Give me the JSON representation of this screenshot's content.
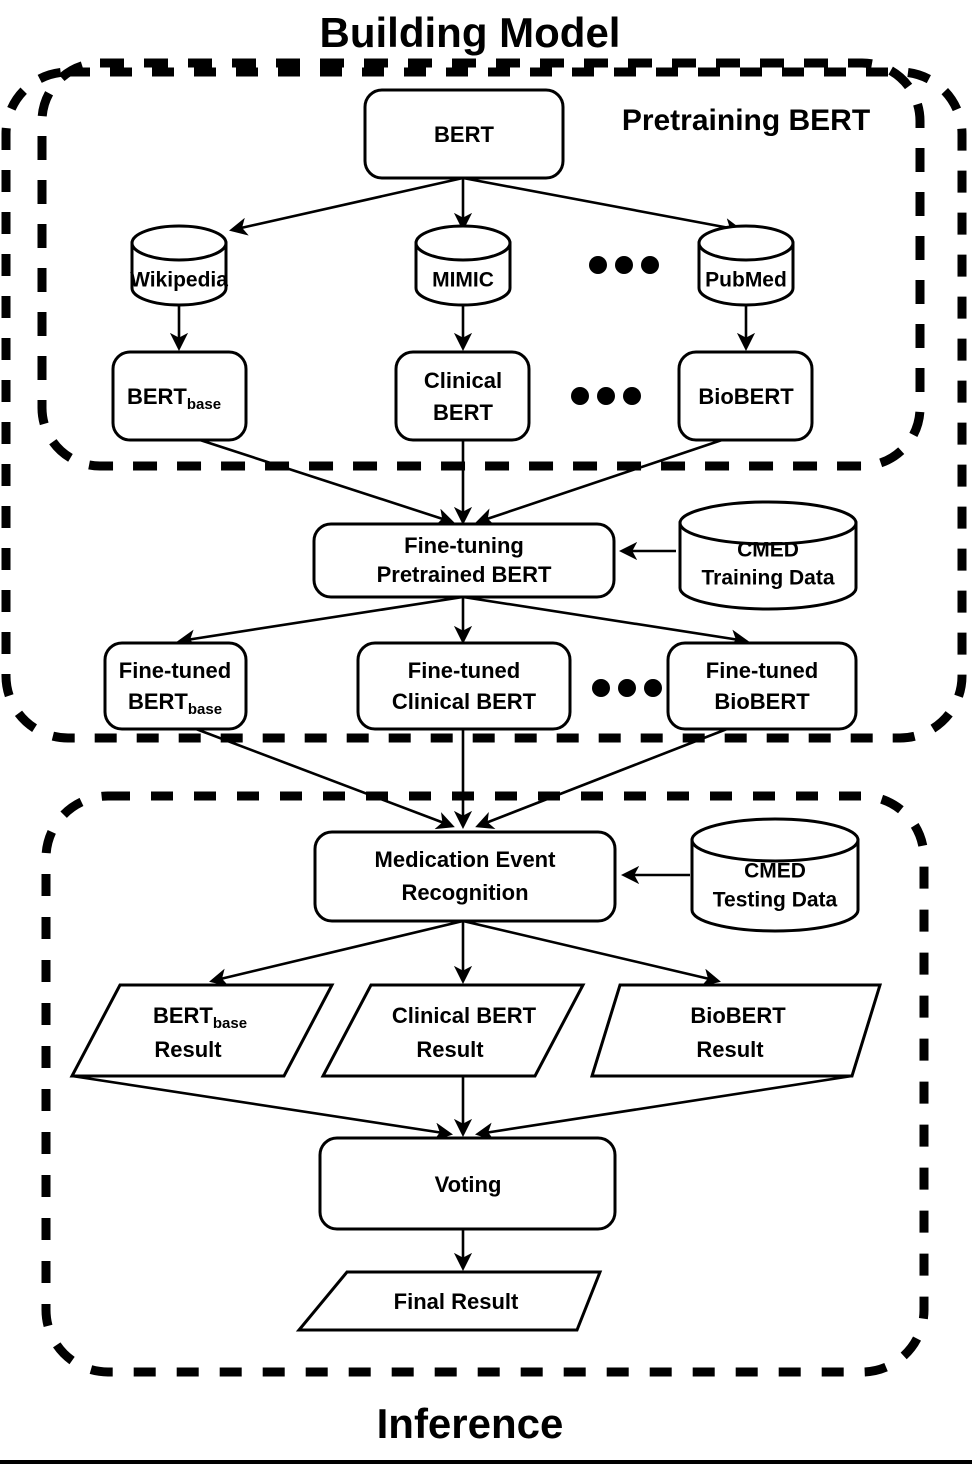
{
  "diagram": {
    "title": "Building Model / Inference pipeline for Medication Event Recognition with BERT variants",
    "groups": [
      {
        "id": "building-model",
        "label": "Building Model",
        "label_position": "top-outside"
      },
      {
        "id": "pretraining-bert",
        "label": "Pretraining BERT",
        "label_position": "top-inside-right"
      },
      {
        "id": "inference",
        "label": "Inference",
        "label_position": "bottom-outside"
      }
    ],
    "nodes": {
      "bert": {
        "label": "BERT",
        "shape": "rounded-rect"
      },
      "corpus_wikipedia": {
        "label": "Wikipedia",
        "shape": "cylinder"
      },
      "corpus_mimic": {
        "label": "MIMIC",
        "shape": "cylinder"
      },
      "corpus_pubmed": {
        "label": "PubMed",
        "shape": "cylinder"
      },
      "model_bert_base": {
        "label": "BERT",
        "sub": "base",
        "shape": "rounded-rect"
      },
      "model_clinical_bert": {
        "line1": "Clinical",
        "line2": "BERT",
        "shape": "rounded-rect"
      },
      "model_biobert": {
        "label": "BioBERT",
        "shape": "rounded-rect"
      },
      "finetuning": {
        "line1": "Fine-tuning",
        "line2": "Pretrained BERT",
        "shape": "rounded-rect"
      },
      "cmed_training": {
        "line1": "CMED",
        "line2": "Training Data",
        "shape": "cylinder"
      },
      "ft_bert_base": {
        "line1": "Fine-tuned",
        "line2": "BERT",
        "sub": "base",
        "shape": "rounded-rect"
      },
      "ft_clinical_bert": {
        "line1": "Fine-tuned",
        "line2": "Clinical BERT",
        "shape": "rounded-rect"
      },
      "ft_biobert": {
        "line1": "Fine-tuned",
        "line2": "BioBERT",
        "shape": "rounded-rect"
      },
      "medication_event_recognition": {
        "line1": "Medication Event",
        "line2": "Recognition",
        "shape": "rounded-rect"
      },
      "cmed_testing": {
        "line1": "CMED",
        "line2": "Testing Data",
        "shape": "cylinder"
      },
      "result_bert_base": {
        "line1": "BERT",
        "sub": "base",
        "line2": "Result",
        "shape": "parallelogram"
      },
      "result_clinical_bert": {
        "line1": "Clinical BERT",
        "line2": "Result",
        "shape": "parallelogram"
      },
      "result_biobert": {
        "line1": "BioBERT",
        "line2": "Result",
        "shape": "parallelogram"
      },
      "voting": {
        "label": "Voting",
        "shape": "rounded-rect"
      },
      "final_result": {
        "label": "Final Result",
        "shape": "parallelogram"
      }
    },
    "ellipsis_markers": [
      {
        "id": "ellipsis-corpora",
        "label": "..."
      },
      {
        "id": "ellipsis-models",
        "label": "..."
      },
      {
        "id": "ellipsis-finetuned",
        "label": "..."
      }
    ],
    "colors": {
      "stroke": "#000000",
      "fill": "#ffffff",
      "background": "#ffffff"
    }
  }
}
